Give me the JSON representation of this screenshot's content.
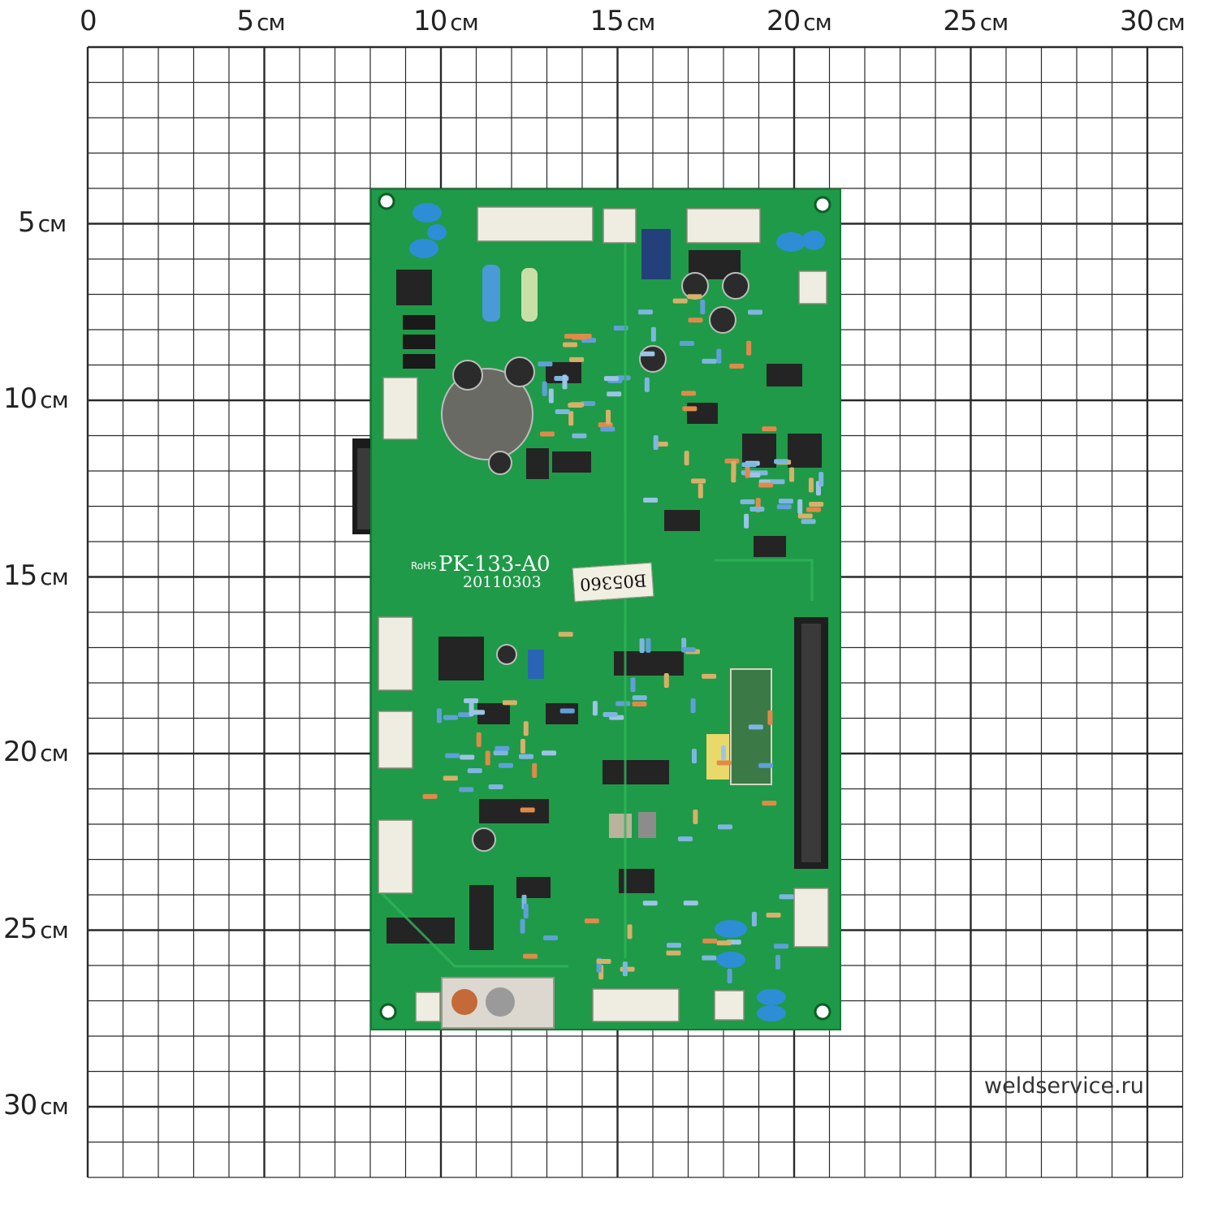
{
  "scale": {
    "unit": "см",
    "x_ticks": [
      "0",
      "5",
      "10",
      "15",
      "20",
      "25",
      "30"
    ],
    "y_ticks": [
      "5",
      "10",
      "15",
      "20",
      "25",
      "30"
    ]
  },
  "board": {
    "model": "PK-133-A0",
    "date": "20110303",
    "rohs": "RoHS",
    "sticker": "B05360",
    "colors": {
      "pcb": "#1f9a48",
      "silkscreen": "#ffffff",
      "heatsink": "#1b1b1b"
    }
  },
  "watermark": "weldservice.ru",
  "colors": {
    "grid": "#2a2a2a",
    "background": "#ffffff"
  }
}
